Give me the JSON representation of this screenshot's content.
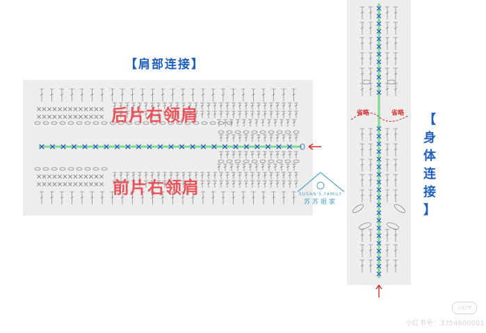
{
  "titles": {
    "shoulder": "【肩部连接】",
    "body_v": [
      "【",
      "身",
      "体",
      "连",
      "接",
      "】"
    ]
  },
  "labels": {
    "back_shoulder": "后片右领肩",
    "front_shoulder": "前片右领肩",
    "omit_left": "省略",
    "omit_right": "省略"
  },
  "brand": {
    "en": "SUSAN'S FAMILY",
    "zh": "苏苏姐家"
  },
  "watermark": {
    "logo": "小红书",
    "id": "小红书号：3354600001"
  },
  "colors": {
    "panel": "#ededed",
    "chain_blue": "#1f4fd0",
    "join_line": "#7bd88f",
    "arrow_red": "#d62828",
    "stitch_gray": "#8a8a8a",
    "title_blue": "#1f5fc0",
    "overlay_red": "#ee3b43"
  },
  "icons": {
    "stitch_x": "x-stitch-icon",
    "stitch_t": "tall-stitch-icon",
    "chain_oval": "chain-oval-icon",
    "arrow": "arrow-icon",
    "house": "house-logo-icon"
  }
}
